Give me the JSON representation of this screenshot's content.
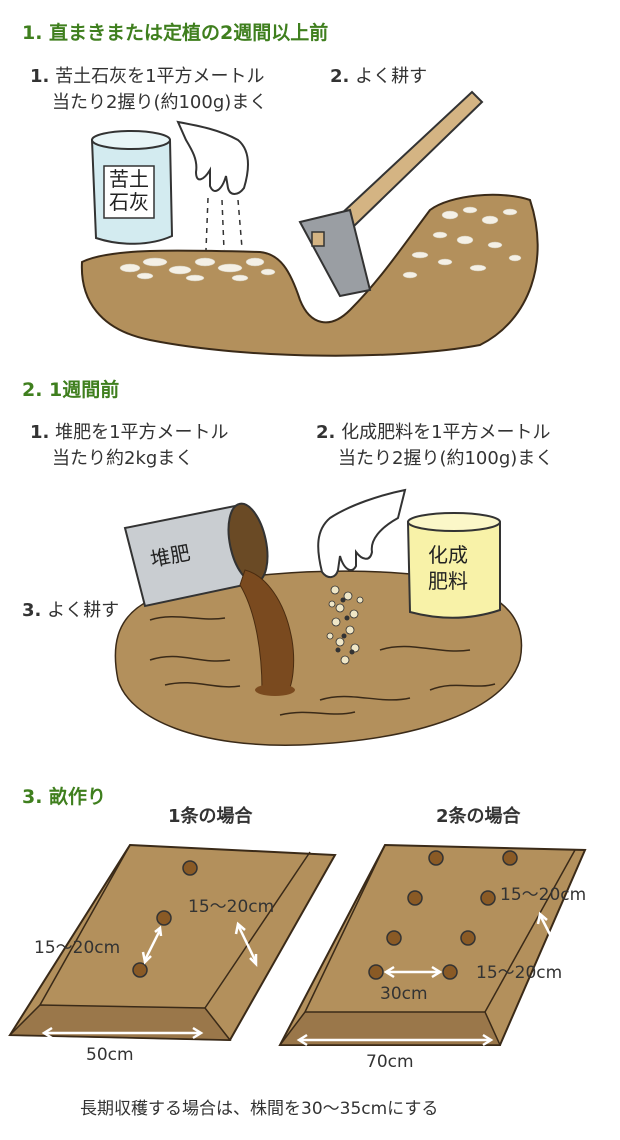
{
  "section1": {
    "title": "1. 直まきまたは定植の2週間以上前",
    "step1_num": "1.",
    "step1_line1": "苦土石灰を1平方メートル",
    "step1_line2": "当たり2握り(約100g)まく",
    "step2_num": "2.",
    "step2_text": "よく耕す",
    "bag_label_1": "苦土",
    "bag_label_2": "石灰"
  },
  "section2": {
    "title": "2. 1週間前",
    "step1_num": "1.",
    "step1_line1": "堆肥を1平方メートル",
    "step1_line2": "当たり約2kgまく",
    "step2_num": "2.",
    "step2_line1": "化成肥料を1平方メートル",
    "step2_line2": "当たり2握り(約100g)まく",
    "step3_num": "3.",
    "step3_text": "よく耕す",
    "bucket_label": "堆肥",
    "bag_label_1": "化成",
    "bag_label_2": "肥料"
  },
  "section3": {
    "title": "3. 畝作り",
    "left": {
      "caption": "1条の場合",
      "spacing_a": "15〜20cm",
      "spacing_b": "15〜20cm",
      "width": "50cm"
    },
    "right": {
      "caption": "2条の場合",
      "spacing_a": "15〜20cm",
      "spacing_b": "15〜20cm",
      "row_gap": "30cm",
      "width": "70cm"
    },
    "note": "長期収穫する場合は、株間を30〜35cmにする"
  },
  "colors": {
    "heading_green": "#3f7f1e",
    "soil": "#b3905c",
    "soil_dark": "#8f6e42",
    "compost": "#7a4a1f"
  }
}
